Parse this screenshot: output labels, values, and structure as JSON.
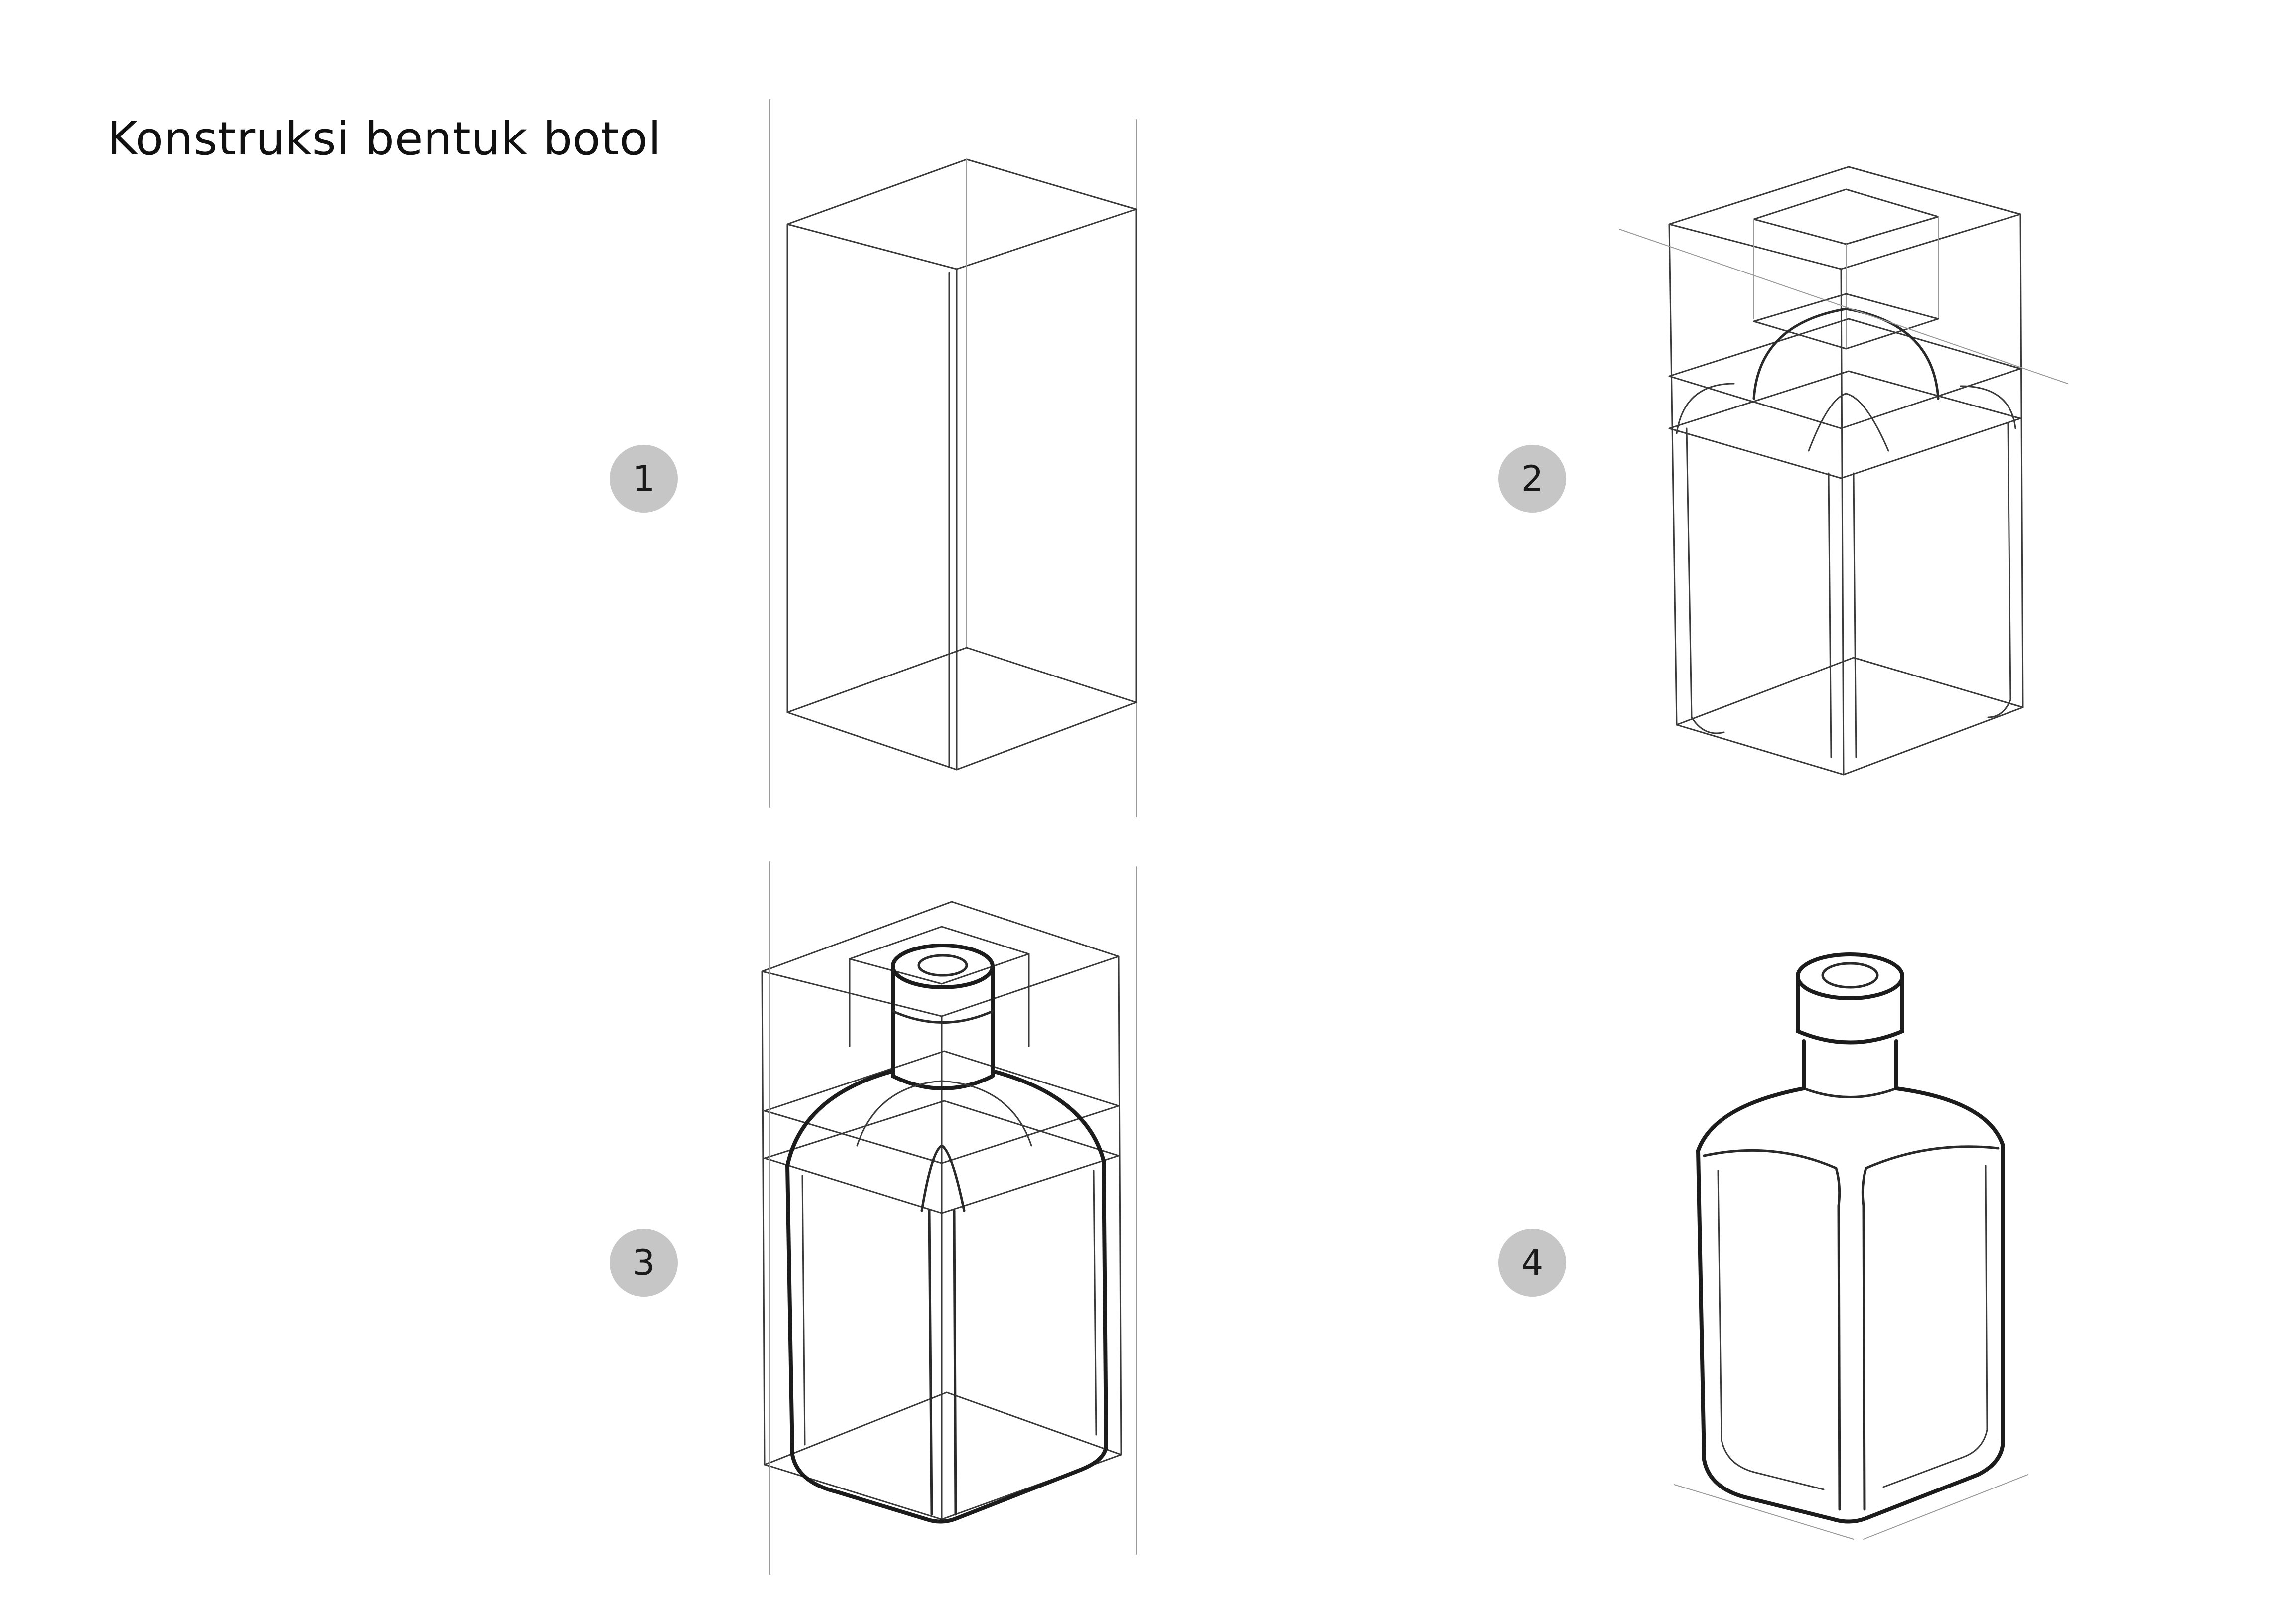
{
  "title": "Konstruksi bentuk botol",
  "steps": [
    {
      "number": "1",
      "icon": "box-construction-sketch-icon"
    },
    {
      "number": "2",
      "icon": "bottle-construction-guides-sketch-icon"
    },
    {
      "number": "3",
      "icon": "bottle-outline-over-guides-sketch-icon"
    },
    {
      "number": "4",
      "icon": "finished-bottle-sketch-icon"
    }
  ],
  "colors": {
    "badge": "#c6c6c6",
    "ink": "#1c1c1c",
    "guide_ink": "#9a9a9a"
  }
}
